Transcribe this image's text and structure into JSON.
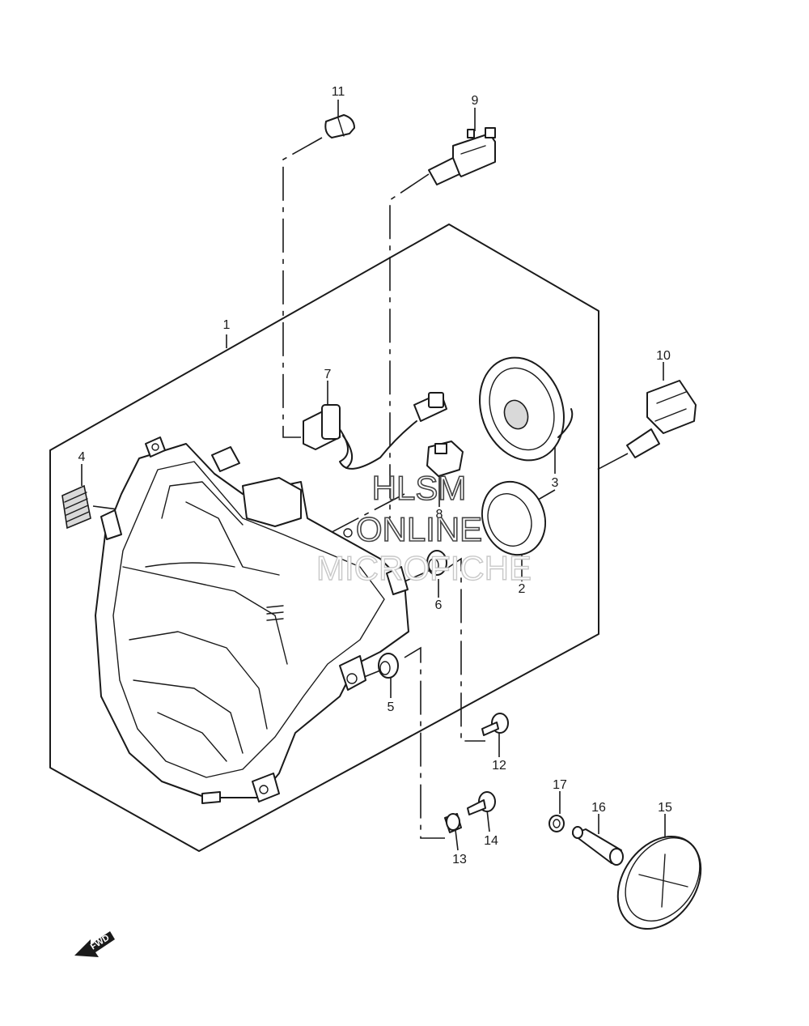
{
  "watermark": {
    "line1": "HLSM",
    "line2": "ONLINE",
    "line3": "MICROFICHE"
  },
  "direction_label": "FWD",
  "part_numbers": {
    "p1": "1",
    "p2": "2",
    "p3": "3",
    "p4": "4",
    "p5": "5",
    "p6": "6",
    "p7": "7",
    "p8": "8",
    "p9": "9",
    "p10": "10",
    "p11": "11",
    "p12": "12",
    "p13": "13",
    "p14": "14",
    "p15": "15",
    "p16": "16",
    "p17": "17"
  }
}
